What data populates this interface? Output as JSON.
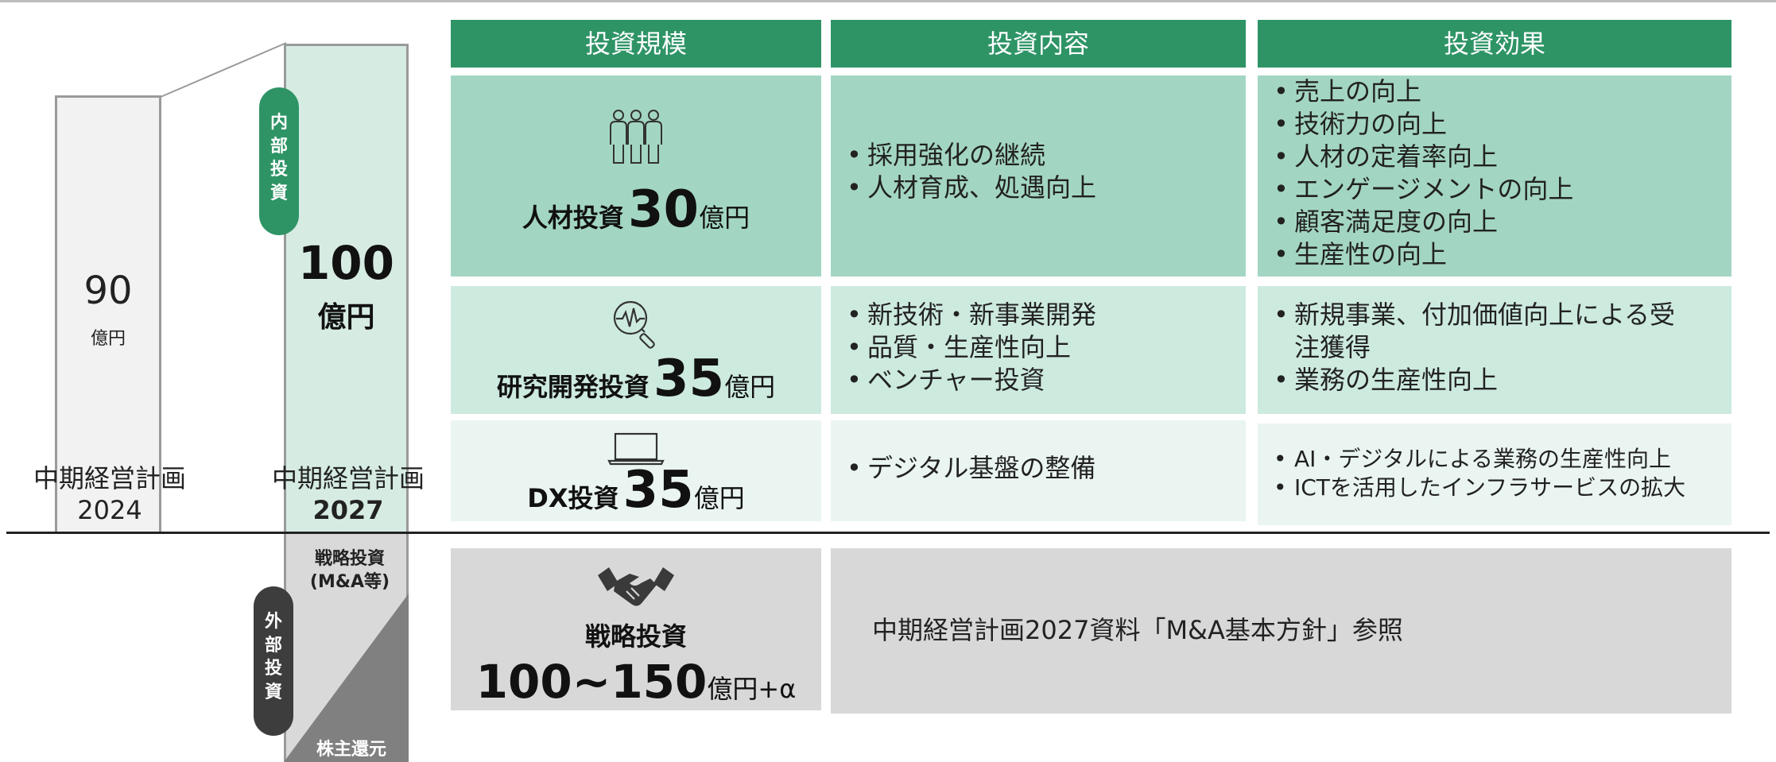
{
  "left": {
    "plan2024": {
      "title": "中期経営計画",
      "year": "2024",
      "value": "90",
      "unit": "億円"
    },
    "plan2027": {
      "title": "中期経営計画",
      "year": "2027",
      "value": "100",
      "unit": "億円"
    },
    "internal_label": "内部投資",
    "external_label": "外部投資",
    "strategic_label_1": "戦略投資",
    "strategic_label_2": "(M&A等)",
    "shareholder_label": "株主還元"
  },
  "headers": {
    "scale": "投資規模",
    "content": "投資内容",
    "effect": "投資効果"
  },
  "rows": [
    {
      "label": "人材投資",
      "amount": "30",
      "unit": "億円",
      "icon": "people-icon",
      "content": [
        "採用強化の継続",
        "人材育成、処遇向上"
      ],
      "effects": [
        "売上の向上",
        "技術力の向上",
        "人材の定着率向上",
        "エンゲージメントの向上",
        "顧客満足度の向上",
        "生産性の向上"
      ]
    },
    {
      "label": "研究開発投資",
      "amount": "35",
      "unit": "億円",
      "icon": "magnifier-pulse-icon",
      "content": [
        "新技術・新事業開発",
        "品質・生産性向上",
        "ベンチャー投資"
      ],
      "effects": [
        "新規事業、付加価値向上による受注獲得",
        "業務の生産性向上"
      ]
    },
    {
      "label": "DX投資",
      "amount": "35",
      "unit": "億円",
      "icon": "laptop-icon",
      "content": [
        "デジタル基盤の整備"
      ],
      "effects": [
        "AI・デジタルによる業務の生産性向上",
        "ICTを活用したインフラサービスの拡大"
      ]
    }
  ],
  "strategic": {
    "label": "戦略投資",
    "amount": "100~150",
    "unit": "億円+α",
    "icon": "handshake-icon",
    "reference": "中期経営計画2027資料「M&A基本方針」参照"
  },
  "colors": {
    "green": "#2e9466",
    "dark_cell": "#a3d6c2",
    "mid_cell": "#cdeadf",
    "light_cell": "#eaf5f1",
    "gray_cell": "#d8d8d8"
  }
}
